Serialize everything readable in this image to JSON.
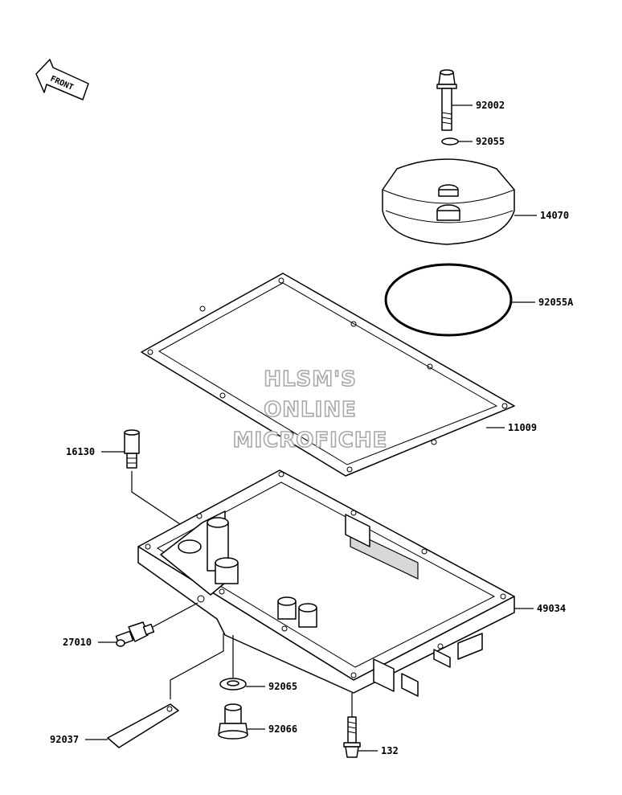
{
  "front_label": "FRONT",
  "watermark": [
    "HLSM'S",
    "ONLINE",
    "MICROFICHE"
  ],
  "parts": {
    "bolt_top": "92002",
    "oring_small": "92055",
    "cover": "14070",
    "oring_large": "92055A",
    "gasket": "11009",
    "fitting": "16130",
    "oil_pan": "49034",
    "switch": "27010",
    "washer": "92065",
    "drain_plug": "92066",
    "bracket": "92037",
    "bolt_bottom": "132"
  }
}
